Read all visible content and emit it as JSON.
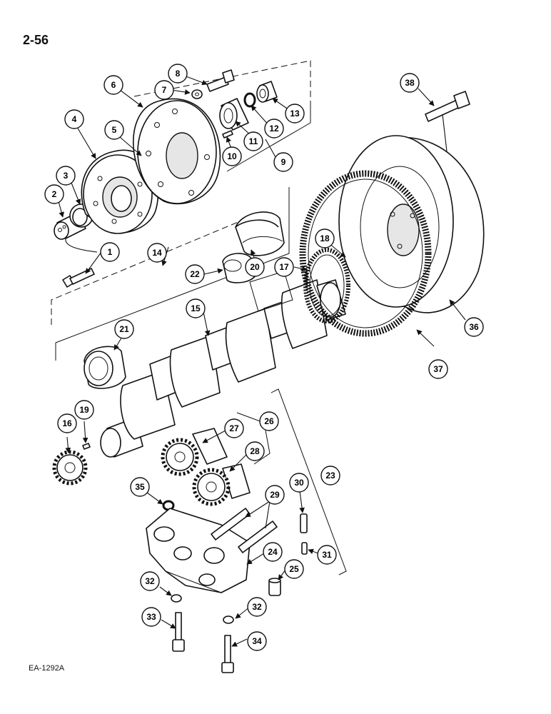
{
  "page_number": "2-56",
  "drawing_code": "EA-1292A",
  "callouts": [
    "1",
    "2",
    "3",
    "4",
    "5",
    "6",
    "7",
    "8",
    "9",
    "10",
    "11",
    "12",
    "13",
    "14",
    "15",
    "16",
    "17",
    "18",
    "19",
    "20",
    "21",
    "22",
    "23",
    "24",
    "25",
    "26",
    "27",
    "28",
    "29",
    "30",
    "31",
    "32",
    "33",
    "34",
    "35",
    "36",
    "37",
    "38"
  ]
}
